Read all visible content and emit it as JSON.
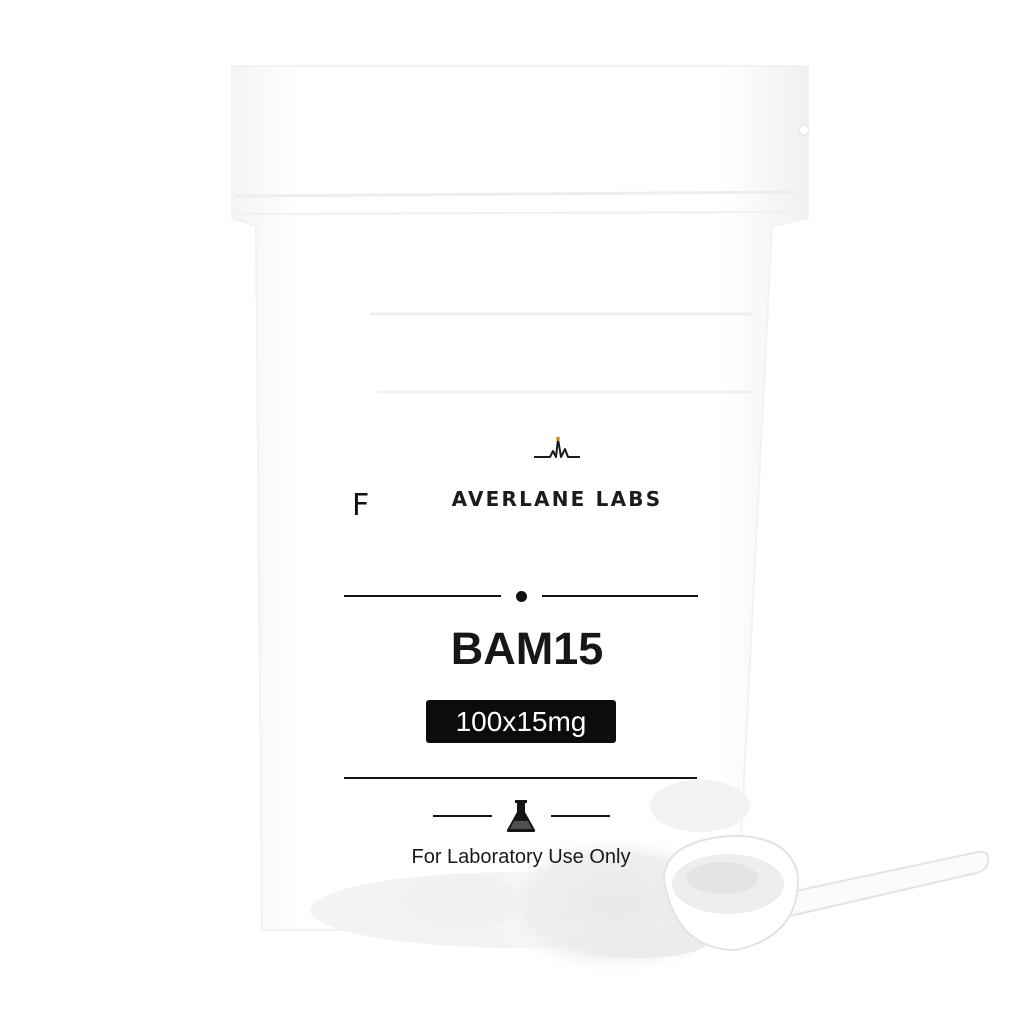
{
  "brand": {
    "name": "AVERLANE LABS",
    "logo_icon": "waveform-peak-icon",
    "logo_accent_color": "#c77b1a"
  },
  "product": {
    "cut_off_letter": "F",
    "name": "BAM15",
    "dosage": "100x15mg",
    "usage_icon": "lab-flask-icon",
    "usage_note": "For Laboratory Use Only"
  },
  "colors": {
    "ink": "#141414",
    "background": "#ffffff",
    "powder": "#e6e6e4"
  }
}
